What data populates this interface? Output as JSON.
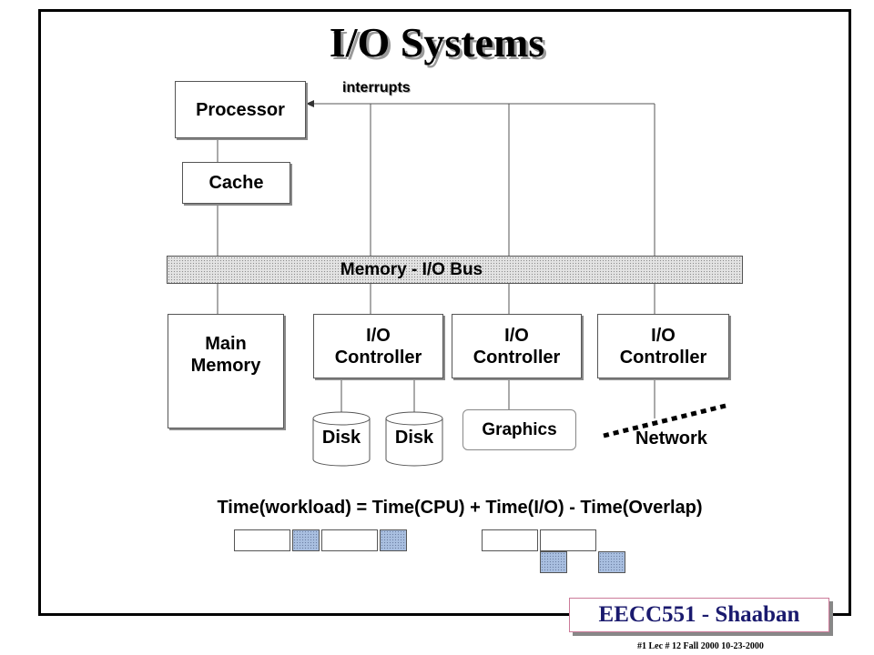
{
  "title": "I/O Systems",
  "interrupts_label": "interrupts",
  "processor_label": "Processor",
  "cache_label": "Cache",
  "bus_label": "Memory - I/O Bus",
  "main_memory": {
    "line1": "Main",
    "line2": "Memory"
  },
  "io_controllers": [
    {
      "line1": "I/O",
      "line2": "Controller"
    },
    {
      "line1": "I/O",
      "line2": "Controller"
    },
    {
      "line1": "I/O",
      "line2": "Controller"
    }
  ],
  "disks": [
    "Disk",
    "Disk"
  ],
  "graphics_label": "Graphics",
  "network_label": "Network",
  "equation": "Time(workload) = Time(CPU) + Time(I/O) - Time(Overlap)",
  "badge": "EECC551 - Shaaban",
  "footer": "#1   Lec # 12   Fall 2000  10-23-2000",
  "colors": {
    "io_fill": "#a9bfe0",
    "badge_text": "#1a1a6e",
    "badge_border": "#cc7a99"
  }
}
